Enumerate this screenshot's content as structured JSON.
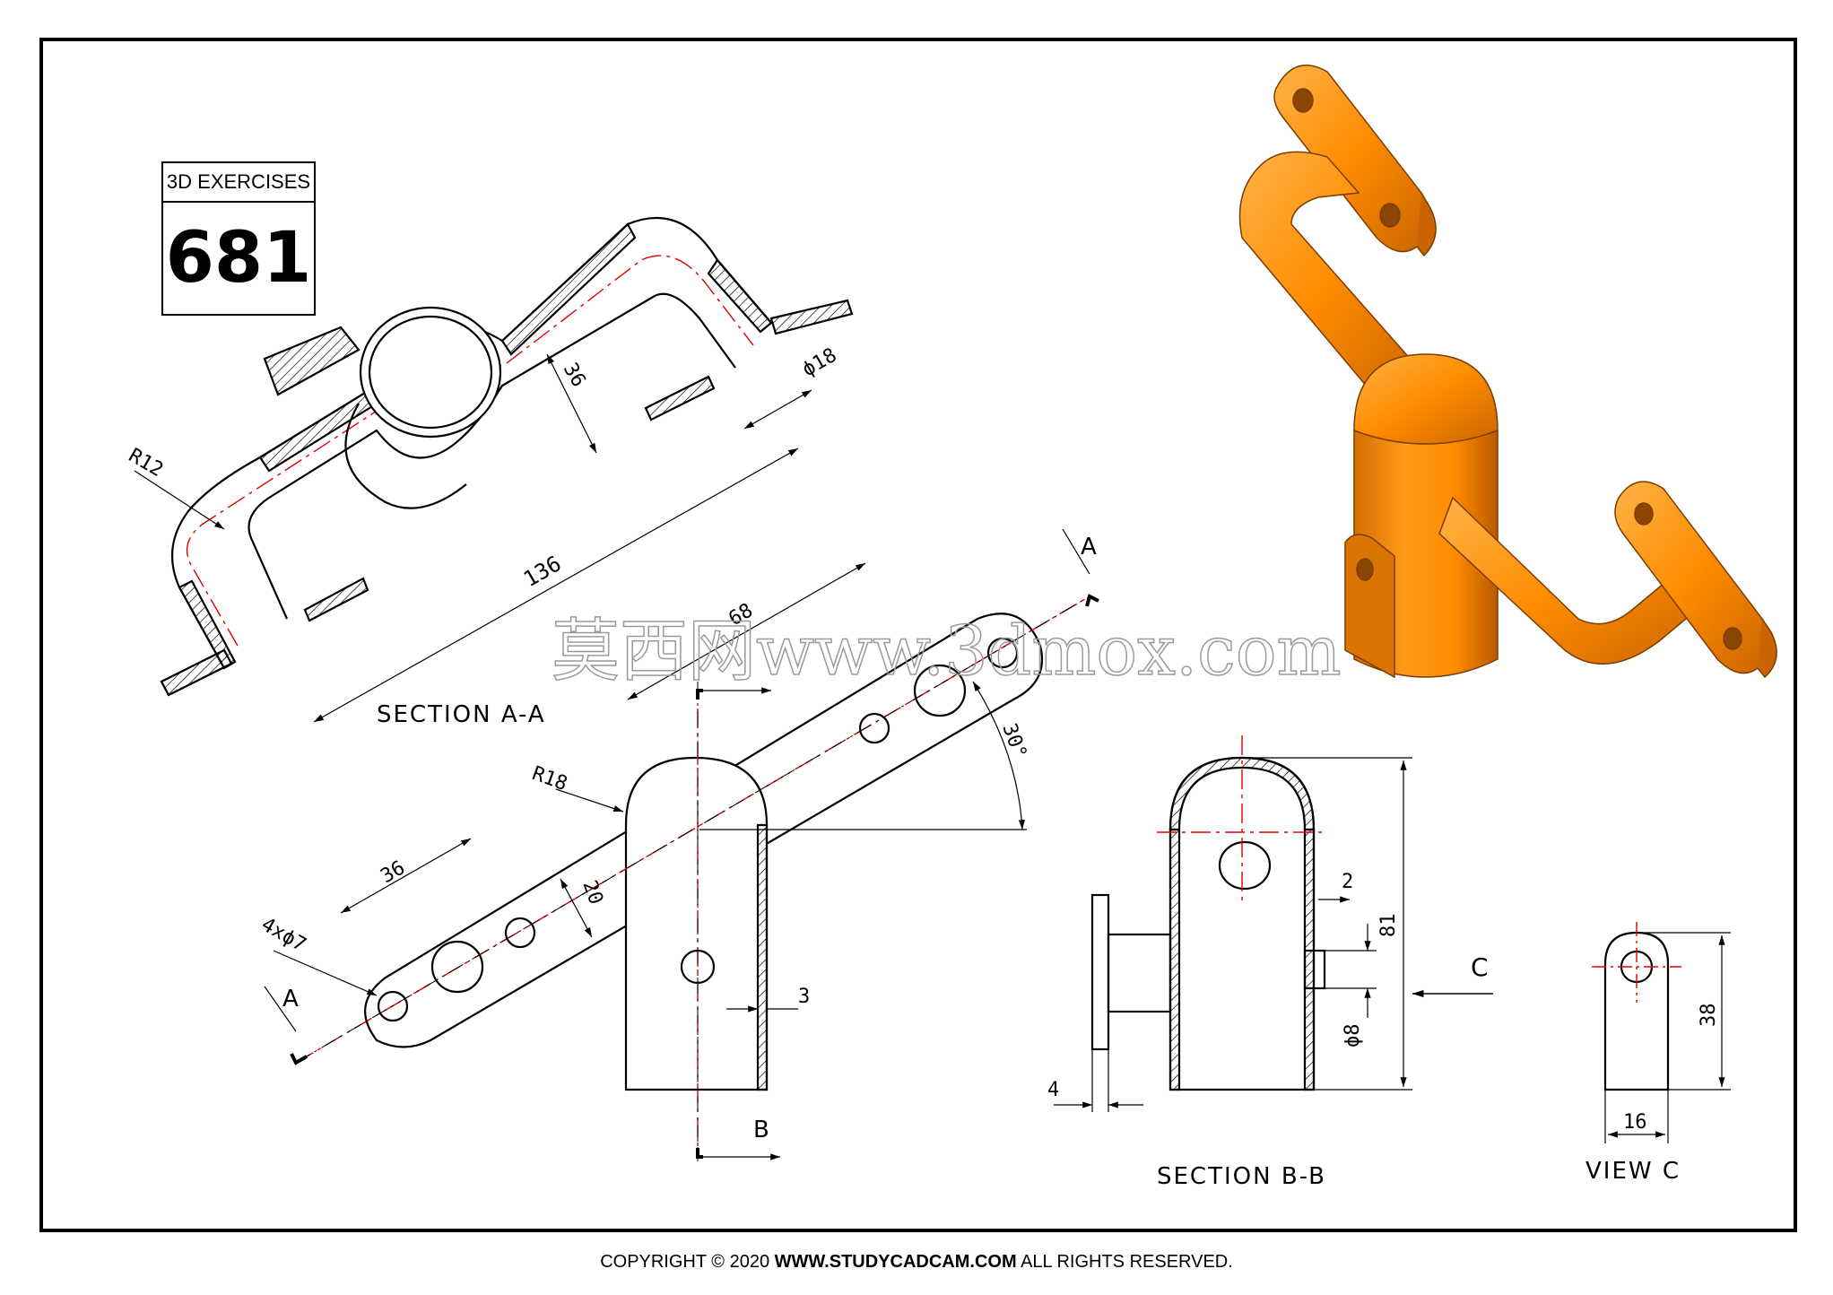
{
  "title_block": {
    "label": "3D EXERCISES",
    "number": "681"
  },
  "dimensions": {
    "r12": "R12",
    "d36_top": "36",
    "phi18": "ϕ18",
    "d136": "136",
    "d68": "68",
    "angle30": "30°",
    "r18": "R18",
    "d36_bottom": "36",
    "d20": "20",
    "holes": "4xϕ7",
    "d3": "3",
    "d2": "2",
    "d81": "81",
    "phi8": "ϕ8",
    "d4": "4",
    "d38": "38",
    "d16": "16"
  },
  "labels": {
    "section_aa": "SECTION A-A",
    "section_bb": "SECTION B-B",
    "view_c": "VIEW C",
    "mark_a_top": "A",
    "mark_a_bottom": "A",
    "mark_b": "B",
    "mark_c": "C"
  },
  "watermark": "莫西网www.3dmox.com",
  "footer": {
    "prefix": "COPYRIGHT © 2020",
    "site": "WWW.STUDYCADCAM.COM",
    "suffix": "ALL RIGHTS RESERVED."
  },
  "colors": {
    "model": "#ff8c00",
    "model_dark": "#c96400",
    "model_light": "#ffb347",
    "centerline": "#e00000",
    "line": "#000000"
  }
}
